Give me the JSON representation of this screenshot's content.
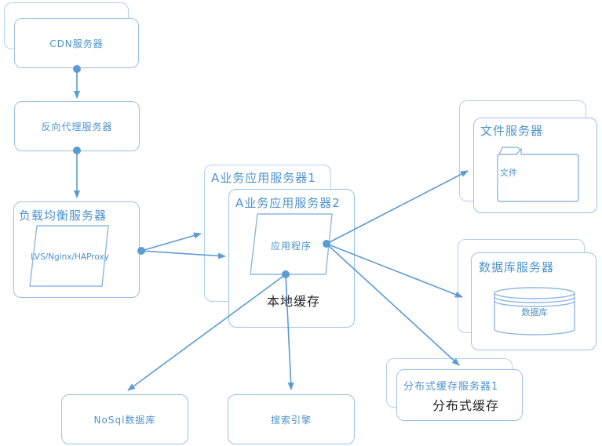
{
  "diagram": {
    "title": "web-architecture-diagram",
    "nodes": {
      "cdn": {
        "label": "CDN服务器"
      },
      "reverse_proxy": {
        "label": "反向代理服务器"
      },
      "load_balancer": {
        "title": "负载均衡服务器",
        "component": "LVS/Nginx/HAProxy"
      },
      "app_server_1": {
        "title": "A业务应用服务器1"
      },
      "app_server_2": {
        "title": "A业务应用服务器2",
        "component": "应用程序",
        "cache_note": "本地缓存"
      },
      "file_server": {
        "title": "文件服务器",
        "component": "文件"
      },
      "database_server": {
        "title": "数据库服务器",
        "component": "数据库"
      },
      "distributed_cache": {
        "title": "分布式缓存服务器1",
        "cache_note": "分布式缓存"
      },
      "nosql": {
        "label": "NoSql数据库"
      },
      "search_engine": {
        "label": "搜索引擎"
      }
    },
    "colors": {
      "connector": "#5b9bd5",
      "box_border": "#9cc2e5",
      "box_border_back": "#b3d1ed",
      "text_blue": "#4e93cd",
      "text_dark": "#262626"
    }
  }
}
